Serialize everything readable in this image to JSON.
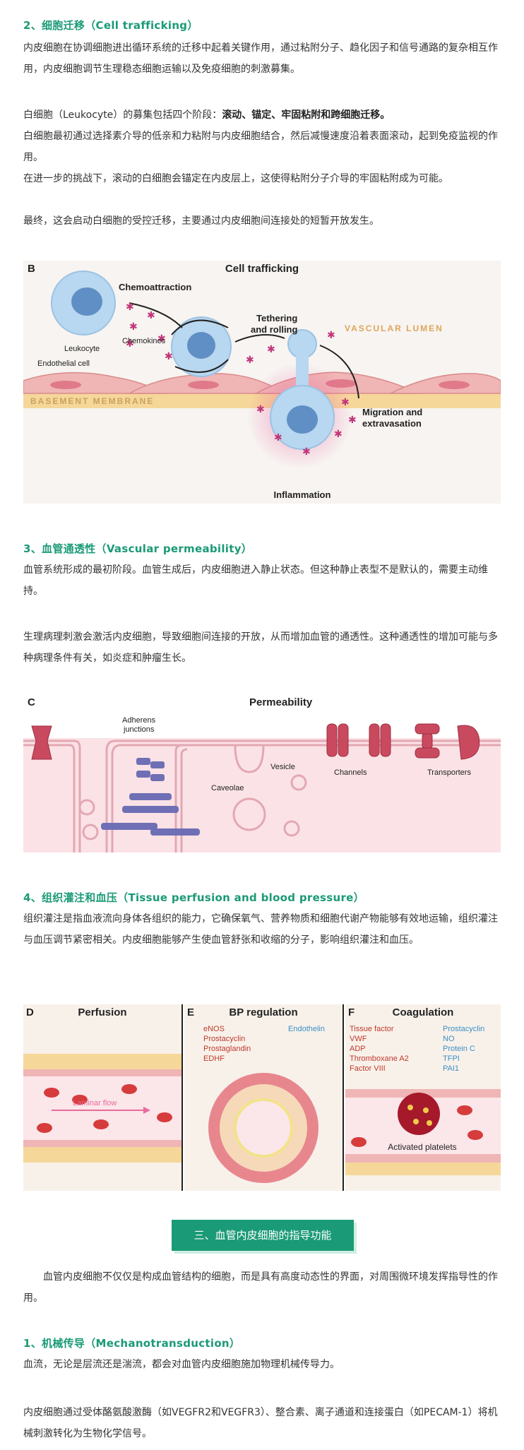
{
  "sections": {
    "s2": {
      "title": "2、细胞迁移（Cell trafficking）",
      "p1": "内皮细胞在协调细胞进出循环系统的迁移中起着关键作用，通过粘附分子、趋化因子和信号通路的复杂相互作用，内皮细胞调节生理稳态细胞运输以及免疫细胞的刺激募集。",
      "p2_pre": "白细胞（Leukocyte）的募集包括四个阶段：",
      "p2_bold": "滚动、锚定、牢固粘附和跨细胞迁移。",
      "p3": "白细胞最初通过选择素介导的低亲和力粘附与内皮细胞结合，然后减慢速度沿着表面滚动，起到免疫监视的作用。",
      "p4": "在进一步的挑战下，滚动的白细胞会锚定在内皮层上，这使得粘附分子介导的牢固粘附成为可能。",
      "p5": "最终，这会启动白细胞的受控迁移，主要通过内皮细胞间连接处的短暂开放发生。"
    },
    "s3": {
      "title": "3、血管通透性（Vascular permeability）",
      "p1": "血管系统形成的最初阶段。血管生成后，内皮细胞进入静止状态。但这种静止表型不是默认的，需要主动维持。",
      "p2": "生理病理刺激会激活内皮细胞，导致细胞间连接的开放，从而增加血管的通透性。这种通透性的增加可能与多种病理条件有关，如炎症和肿瘤生长。"
    },
    "s4": {
      "title": "4、组织灌注和血压（Tissue perfusion and blood pressure）",
      "p1": "组织灌注是指血液流向身体各组织的能力，它确保氧气、营养物质和细胞代谢产物能够有效地运输，组织灌注与血压调节紧密相关。内皮细胞能够产生使血管舒张和收缩的分子，影响组织灌注和血压。"
    },
    "banner": "三、血管内皮细胞的指导功能",
    "intro": "血管内皮细胞不仅仅是构成血管结构的细胞，而是具有高度动态性的界面，对周围微环境发挥指导性的作用。",
    "s1": {
      "title": "1、机械传导（Mechanotransduction）",
      "p1": "血流，无论是层流还是湍流，都会对血管内皮细胞施加物理机械传导力。",
      "p2": "内皮细胞通过受体酪氨酸激酶（如VEGFR2和VEGFR3）、整合素、离子通道和连接蛋白（如PECAM-1）将机械刺激转化为生物化学信号。"
    }
  },
  "figB": {
    "letter": "B",
    "title": "Cell trafficking",
    "chemoattraction": "Chemoattraction",
    "leukocyte": "Leukocyte",
    "chemokines": "Chemokines",
    "tethering1": "Tethering",
    "tethering2": "and rolling",
    "lumen": "VASCULAR LUMEN",
    "endothelial": "Endothelial cell",
    "basement": "BASEMENT MEMBRANE",
    "migration1": "Migration and",
    "migration2": "extravasation",
    "inflammation": "Inflammation"
  },
  "figC": {
    "letter": "C",
    "title": "Permeability",
    "adherens1": "Adherens",
    "adherens2": "junctions",
    "vesicle": "Vesicle",
    "caveolae": "Caveolae",
    "channels": "Channels",
    "transporters": "Transporters"
  },
  "figDEF": {
    "d_letter": "D",
    "d_title": "Perfusion",
    "laminar": "Laminar flow",
    "e_letter": "E",
    "e_title": "BP regulation",
    "e_left": [
      "eNOS",
      "Prostacyclin",
      "Prostaglandin",
      "EDHF"
    ],
    "e_right": "Endothelin",
    "f_letter": "F",
    "f_title": "Coagulation",
    "f_left": [
      "Tissue factor",
      "VWF",
      "ADP",
      "Thromboxane A2",
      "Factor VIII"
    ],
    "f_right": [
      "Prostacyclin",
      "NO",
      "Protein C",
      "TFPI",
      "PAI1"
    ],
    "platelets": "Activated platelets"
  },
  "colors": {
    "accent": "#1a9a76",
    "red_label": "#c0392b",
    "blue_label": "#3a8fc4"
  }
}
